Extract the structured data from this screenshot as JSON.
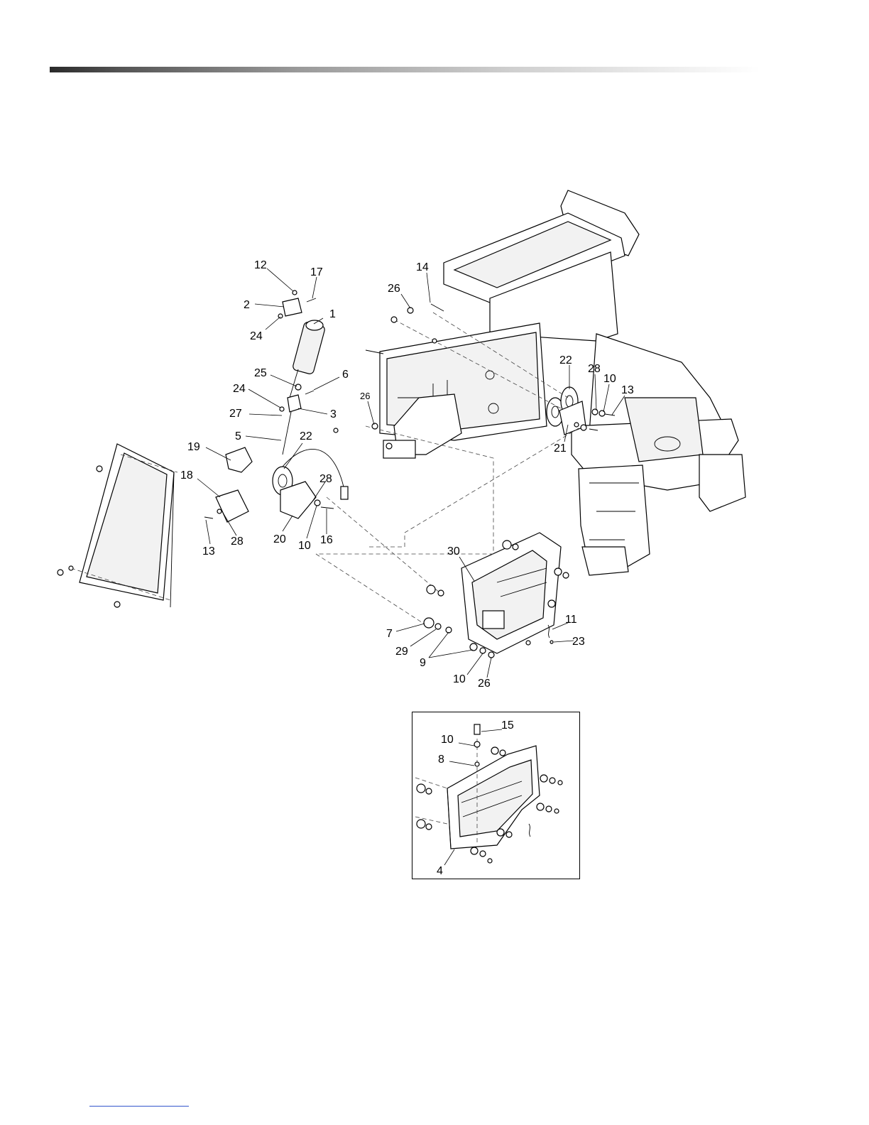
{
  "callouts": [
    {
      "id": "c12",
      "text": "12"
    },
    {
      "id": "c17",
      "text": "17"
    },
    {
      "id": "c2",
      "text": "2"
    },
    {
      "id": "c1",
      "text": "1"
    },
    {
      "id": "c24a",
      "text": "24"
    },
    {
      "id": "c14",
      "text": "14"
    },
    {
      "id": "c26a",
      "text": "26"
    },
    {
      "id": "c25",
      "text": "25"
    },
    {
      "id": "c6",
      "text": "6"
    },
    {
      "id": "c24b",
      "text": "24"
    },
    {
      "id": "c27",
      "text": "27"
    },
    {
      "id": "c3",
      "text": "3"
    },
    {
      "id": "c5",
      "text": "5"
    },
    {
      "id": "c22a",
      "text": "22"
    },
    {
      "id": "c19",
      "text": "19"
    },
    {
      "id": "c26b",
      "text": "26"
    },
    {
      "id": "c22b",
      "text": "22"
    },
    {
      "id": "c28a",
      "text": "28"
    },
    {
      "id": "c10a",
      "text": "10"
    },
    {
      "id": "c13a",
      "text": "13"
    },
    {
      "id": "c21",
      "text": "21"
    },
    {
      "id": "c18",
      "text": "18"
    },
    {
      "id": "c28b",
      "text": "28"
    },
    {
      "id": "c13b",
      "text": "13"
    },
    {
      "id": "c28c",
      "text": "28"
    },
    {
      "id": "c20",
      "text": "20"
    },
    {
      "id": "c10b",
      "text": "10"
    },
    {
      "id": "c16",
      "text": "16"
    },
    {
      "id": "c30",
      "text": "30"
    },
    {
      "id": "c11",
      "text": "11"
    },
    {
      "id": "c23",
      "text": "23"
    },
    {
      "id": "c7",
      "text": "7"
    },
    {
      "id": "c29",
      "text": "29"
    },
    {
      "id": "c9",
      "text": "9"
    },
    {
      "id": "c10c",
      "text": "10"
    },
    {
      "id": "c26c",
      "text": "26"
    },
    {
      "id": "c15",
      "text": "15"
    },
    {
      "id": "c10d",
      "text": "10"
    },
    {
      "id": "c8",
      "text": "8"
    },
    {
      "id": "c4",
      "text": "4"
    }
  ]
}
